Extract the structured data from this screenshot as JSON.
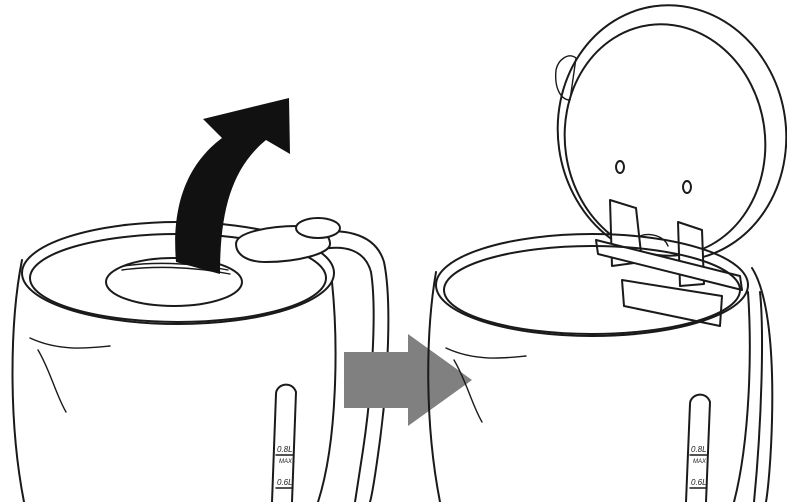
{
  "left_kettle": {
    "scale_labels": {
      "upper": "0.8L",
      "upper_sub": "MAX",
      "lower": "0.6L"
    }
  },
  "right_kettle": {
    "scale_labels": {
      "upper": "0.8L",
      "upper_sub": "MAX",
      "lower": "0.6L"
    }
  },
  "colors": {
    "line": "#1a1a1a",
    "lift_arrow": "#111111",
    "step_arrow": "#808080",
    "background": "#ffffff"
  }
}
